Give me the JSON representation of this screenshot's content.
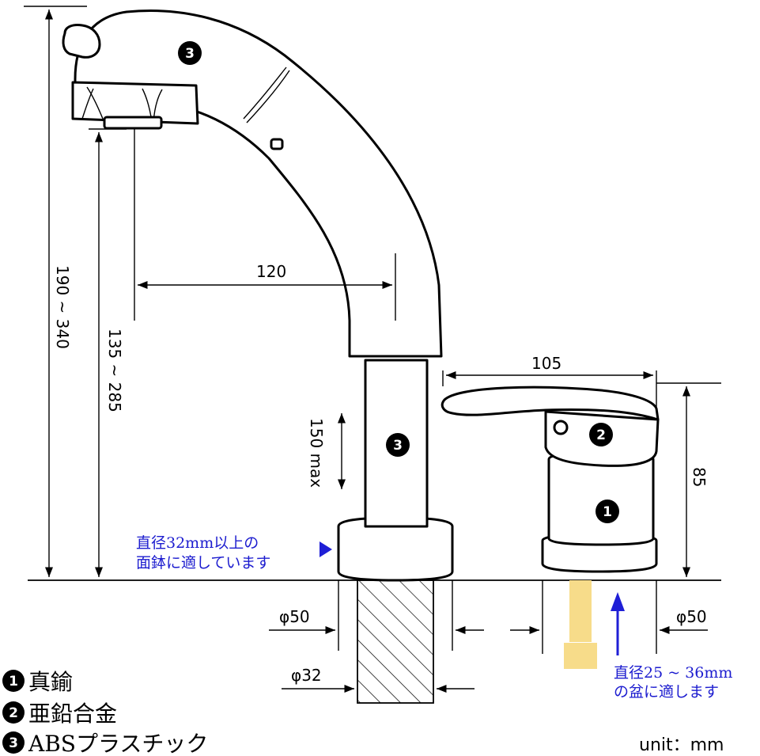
{
  "dimensions": {
    "spout_reach": "120",
    "handle_width": "105",
    "total_height": "190 ~ 340",
    "spout_height": "135 ~ 285",
    "counter_thickness": "150 max",
    "handle_height": "85",
    "faucet_base_dia": "φ50",
    "hose_dia": "φ32",
    "handle_base_dia": "φ50"
  },
  "notes": {
    "faucet_hole_line1": "直径32mm以上の",
    "faucet_hole_line2": "面鉢に適しています",
    "handle_hole_line1": "直径25 ~ 36mm",
    "handle_hole_line2": "の盆に適します"
  },
  "markers": {
    "one": "1",
    "two": "2",
    "three": "3"
  },
  "legend": [
    {
      "marker": "1",
      "text": "真鍮"
    },
    {
      "marker": "2",
      "text": "亜鉛合金"
    },
    {
      "marker": "3",
      "text": "ABSプラスチック"
    }
  ],
  "unit_label": "unit：mm",
  "colors": {
    "note_text": "#1c1ccf",
    "arrow_blue": "#1f1fd6",
    "hose_yellow": "#f7dc8a"
  }
}
